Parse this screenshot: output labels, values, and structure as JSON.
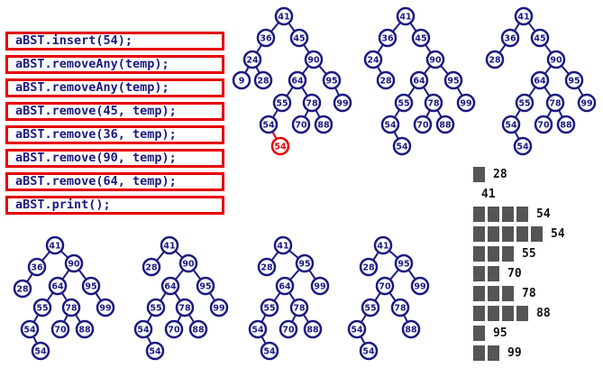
{
  "operations": [
    "aBST.insert(54);",
    "aBST.removeAny(temp);",
    "aBST.removeAny(temp);",
    "aBST.remove(45, temp);",
    "aBST.remove(36, temp);",
    "aBST.remove(90, temp);",
    "aBST.remove(64, temp);",
    "aBST.print();"
  ],
  "colors": {
    "node": "#1a1a80",
    "edge": "#1a1a80",
    "highlight": "#e60000",
    "op_border": "#e60000",
    "print_square": "#555555"
  },
  "trees": [
    {
      "name": "tree-1",
      "nodes": [
        {
          "id": "a",
          "label": "41"
        },
        {
          "id": "b",
          "label": "36",
          "parent": "a"
        },
        {
          "id": "c",
          "label": "45",
          "parent": "a"
        },
        {
          "id": "d",
          "label": "24",
          "parent": "b"
        },
        {
          "id": "e",
          "label": "9",
          "parent": "d"
        },
        {
          "id": "f",
          "label": "28",
          "parent": "d"
        },
        {
          "id": "g",
          "label": "90",
          "parent": "c"
        },
        {
          "id": "h",
          "label": "64",
          "parent": "g"
        },
        {
          "id": "i",
          "label": "95",
          "parent": "g"
        },
        {
          "id": "j",
          "label": "55",
          "parent": "h"
        },
        {
          "id": "k",
          "label": "78",
          "parent": "h"
        },
        {
          "id": "l",
          "label": "99",
          "parent": "i"
        },
        {
          "id": "m",
          "label": "54",
          "parent": "j"
        },
        {
          "id": "n",
          "label": "70",
          "parent": "k"
        },
        {
          "id": "o",
          "label": "88",
          "parent": "k"
        },
        {
          "id": "p",
          "label": "54",
          "parent": "m",
          "highlight": true
        }
      ]
    },
    {
      "name": "tree-2",
      "nodes": [
        {
          "id": "a",
          "label": "41"
        },
        {
          "id": "b",
          "label": "36",
          "parent": "a"
        },
        {
          "id": "c",
          "label": "45",
          "parent": "a"
        },
        {
          "id": "d",
          "label": "24",
          "parent": "b"
        },
        {
          "id": "f",
          "label": "28",
          "parent": "d"
        },
        {
          "id": "g",
          "label": "90",
          "parent": "c"
        },
        {
          "id": "h",
          "label": "64",
          "parent": "g"
        },
        {
          "id": "i",
          "label": "95",
          "parent": "g"
        },
        {
          "id": "j",
          "label": "55",
          "parent": "h"
        },
        {
          "id": "k",
          "label": "78",
          "parent": "h"
        },
        {
          "id": "l",
          "label": "99",
          "parent": "i"
        },
        {
          "id": "m",
          "label": "54",
          "parent": "j"
        },
        {
          "id": "n",
          "label": "70",
          "parent": "k"
        },
        {
          "id": "o",
          "label": "88",
          "parent": "k"
        },
        {
          "id": "p",
          "label": "54",
          "parent": "m"
        }
      ]
    },
    {
      "name": "tree-3",
      "nodes": [
        {
          "id": "a",
          "label": "41"
        },
        {
          "id": "b",
          "label": "36",
          "parent": "a"
        },
        {
          "id": "c",
          "label": "45",
          "parent": "a"
        },
        {
          "id": "f",
          "label": "28",
          "parent": "b"
        },
        {
          "id": "g",
          "label": "90",
          "parent": "c"
        },
        {
          "id": "h",
          "label": "64",
          "parent": "g"
        },
        {
          "id": "i",
          "label": "95",
          "parent": "g"
        },
        {
          "id": "j",
          "label": "55",
          "parent": "h"
        },
        {
          "id": "k",
          "label": "78",
          "parent": "h"
        },
        {
          "id": "l",
          "label": "99",
          "parent": "i"
        },
        {
          "id": "m",
          "label": "54",
          "parent": "j"
        },
        {
          "id": "n",
          "label": "70",
          "parent": "k"
        },
        {
          "id": "o",
          "label": "88",
          "parent": "k"
        },
        {
          "id": "p",
          "label": "54",
          "parent": "m"
        }
      ]
    },
    {
      "name": "tree-4",
      "nodes": [
        {
          "id": "a",
          "label": "41"
        },
        {
          "id": "b",
          "label": "36",
          "parent": "a"
        },
        {
          "id": "g",
          "label": "90",
          "parent": "a"
        },
        {
          "id": "f",
          "label": "28",
          "parent": "b"
        },
        {
          "id": "h",
          "label": "64",
          "parent": "g"
        },
        {
          "id": "i",
          "label": "95",
          "parent": "g"
        },
        {
          "id": "j",
          "label": "55",
          "parent": "h"
        },
        {
          "id": "k",
          "label": "78",
          "parent": "h"
        },
        {
          "id": "l",
          "label": "99",
          "parent": "i"
        },
        {
          "id": "m",
          "label": "54",
          "parent": "j"
        },
        {
          "id": "n",
          "label": "70",
          "parent": "k"
        },
        {
          "id": "o",
          "label": "88",
          "parent": "k"
        },
        {
          "id": "p",
          "label": "54",
          "parent": "m"
        }
      ]
    },
    {
      "name": "tree-5",
      "nodes": [
        {
          "id": "a",
          "label": "41"
        },
        {
          "id": "f",
          "label": "28",
          "parent": "a"
        },
        {
          "id": "g",
          "label": "90",
          "parent": "a"
        },
        {
          "id": "h",
          "label": "64",
          "parent": "g"
        },
        {
          "id": "i",
          "label": "95",
          "parent": "g"
        },
        {
          "id": "j",
          "label": "55",
          "parent": "h"
        },
        {
          "id": "k",
          "label": "78",
          "parent": "h"
        },
        {
          "id": "l",
          "label": "99",
          "parent": "i"
        },
        {
          "id": "m",
          "label": "54",
          "parent": "j"
        },
        {
          "id": "n",
          "label": "70",
          "parent": "k"
        },
        {
          "id": "o",
          "label": "88",
          "parent": "k"
        },
        {
          "id": "p",
          "label": "54",
          "parent": "m"
        }
      ]
    },
    {
      "name": "tree-6",
      "nodes": [
        {
          "id": "a",
          "label": "41"
        },
        {
          "id": "f",
          "label": "28",
          "parent": "a"
        },
        {
          "id": "i",
          "label": "95",
          "parent": "a"
        },
        {
          "id": "h",
          "label": "64",
          "parent": "i"
        },
        {
          "id": "l",
          "label": "99",
          "parent": "i"
        },
        {
          "id": "j",
          "label": "55",
          "parent": "h"
        },
        {
          "id": "k",
          "label": "78",
          "parent": "h"
        },
        {
          "id": "m",
          "label": "54",
          "parent": "j"
        },
        {
          "id": "n",
          "label": "70",
          "parent": "k"
        },
        {
          "id": "o",
          "label": "88",
          "parent": "k"
        },
        {
          "id": "p",
          "label": "54",
          "parent": "m"
        }
      ]
    },
    {
      "name": "tree-7",
      "nodes": [
        {
          "id": "a",
          "label": "41"
        },
        {
          "id": "f",
          "label": "28",
          "parent": "a"
        },
        {
          "id": "i",
          "label": "95",
          "parent": "a"
        },
        {
          "id": "n",
          "label": "70",
          "parent": "i"
        },
        {
          "id": "l",
          "label": "99",
          "parent": "i"
        },
        {
          "id": "j",
          "label": "55",
          "parent": "n"
        },
        {
          "id": "k",
          "label": "78",
          "parent": "n"
        },
        {
          "id": "m",
          "label": "54",
          "parent": "j"
        },
        {
          "id": "o",
          "label": "88",
          "parent": "k"
        },
        {
          "id": "p",
          "label": "54",
          "parent": "m"
        }
      ]
    }
  ],
  "print_output": [
    {
      "squares": 1,
      "value": "28"
    },
    {
      "squares": 0,
      "value": "41"
    },
    {
      "squares": 4,
      "value": "54"
    },
    {
      "squares": 5,
      "value": "54"
    },
    {
      "squares": 3,
      "value": "55"
    },
    {
      "squares": 2,
      "value": "70"
    },
    {
      "squares": 3,
      "value": "78"
    },
    {
      "squares": 4,
      "value": "88"
    },
    {
      "squares": 1,
      "value": "95"
    },
    {
      "squares": 2,
      "value": "99"
    }
  ]
}
